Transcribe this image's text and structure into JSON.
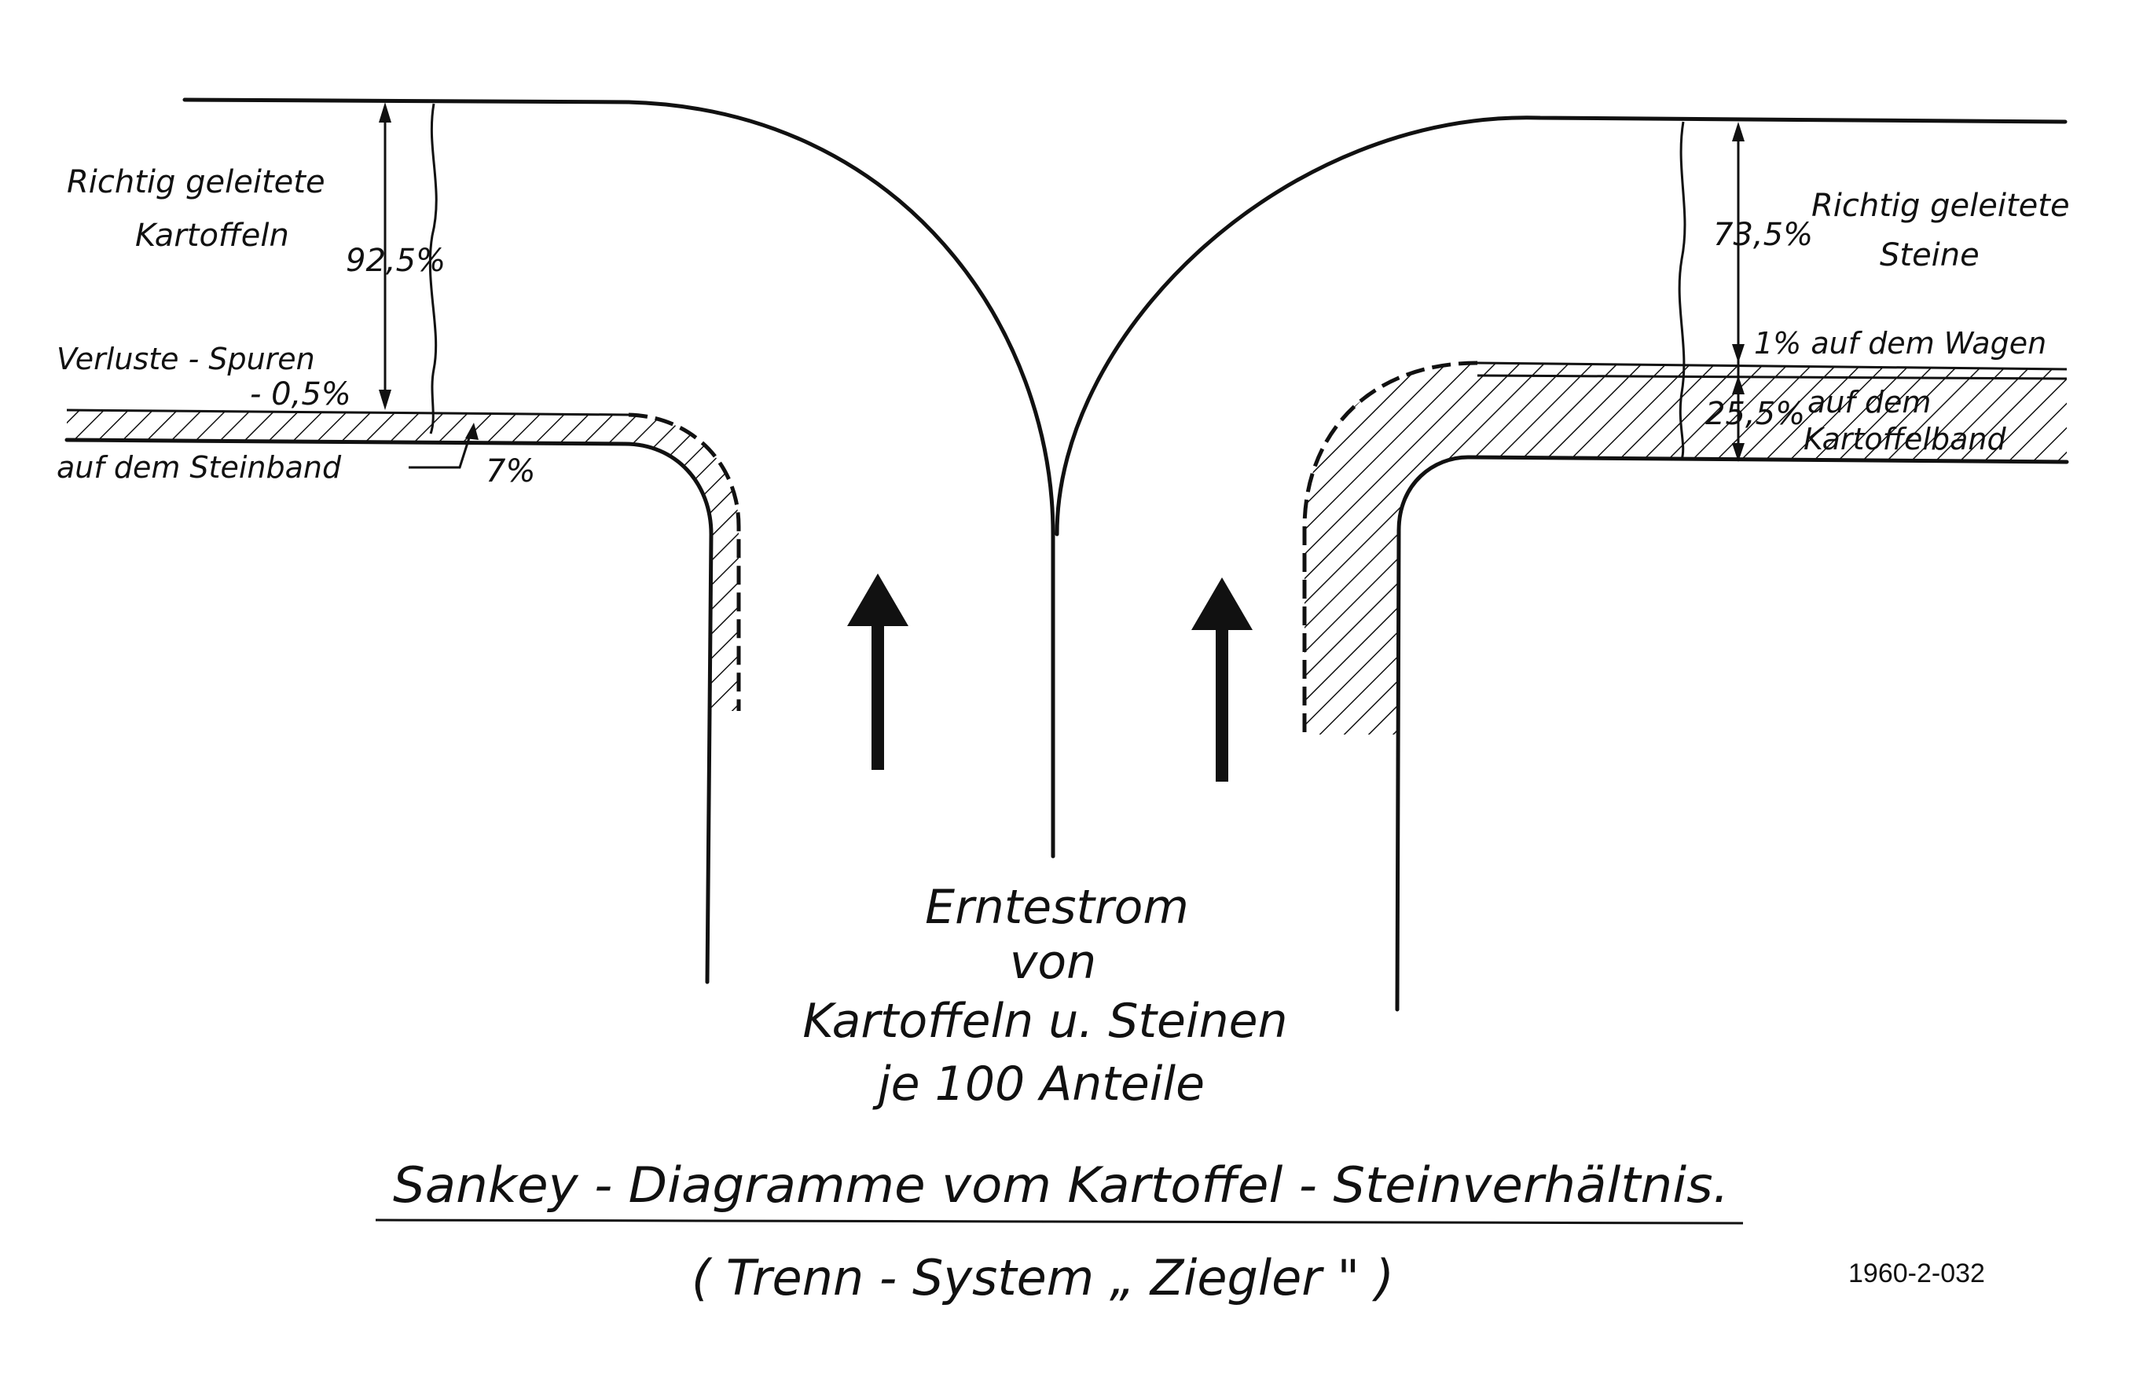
{
  "left_flow": {
    "main_label_line1": "Richtig geleitete",
    "main_label_line2": "Kartoffeln",
    "main_percent": "92,5%",
    "loss_label": "Verluste - Spuren",
    "loss_percent": "- 0,5%",
    "belt_label": "auf dem Steinband",
    "belt_percent": "7%"
  },
  "right_flow": {
    "main_label_line1": "Richtig geleitete",
    "main_label_line2": "Steine",
    "main_percent": "73,5%",
    "wagon_label": "1% auf dem Wagen",
    "belt_percent": "25,5%",
    "belt_label_line1": "auf dem",
    "belt_label_line2": "Kartoffelband"
  },
  "center": {
    "line1": "Erntestrom",
    "line2": "von",
    "line3": "Kartoffeln u. Steinen",
    "line4": "je 100 Anteile"
  },
  "title": "Sankey - Diagramme vom Kartoffel - Steinverhältnis.",
  "subtitle": "( Trenn - System „ Ziegler \" )",
  "archive_id": "1960-2-032",
  "colors": {
    "ink": "#111111",
    "paper": "#ffffff"
  }
}
